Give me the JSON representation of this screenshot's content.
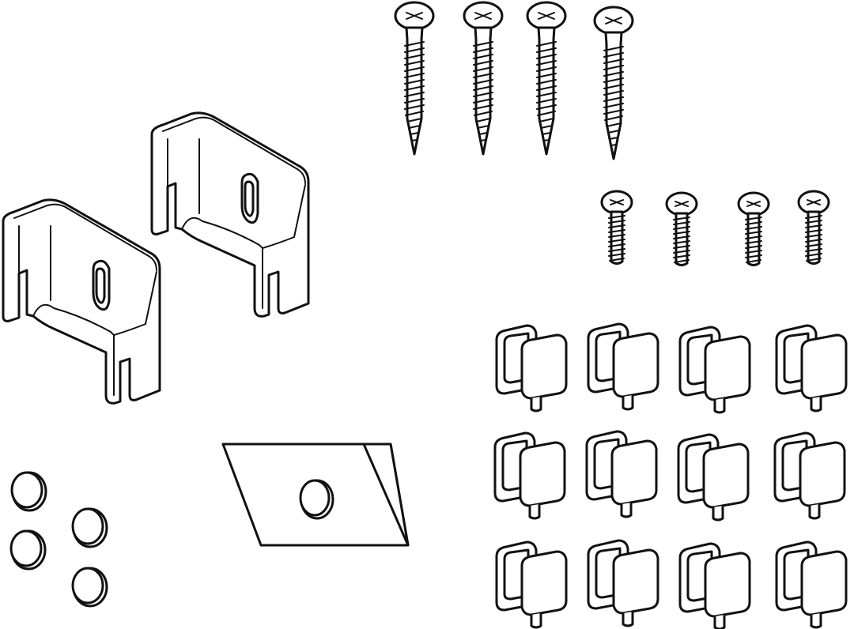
{
  "figure": {
    "background": "#ffffff",
    "line_color": "#111111",
    "parts": [
      {
        "name": "u-bracket",
        "count": 2,
        "icon": "u-bracket-icon"
      },
      {
        "name": "long-wood-screw",
        "count": 4,
        "icon": "wood-screw-icon"
      },
      {
        "name": "short-machine-screw",
        "count": 4,
        "icon": "machine-screw-icon"
      },
      {
        "name": "shelf-clip",
        "count": 12,
        "icon": "shelf-clip-icon"
      },
      {
        "name": "round-bumper-pad",
        "count": 5,
        "icon": "bumper-pad-icon"
      },
      {
        "name": "pad-sheet",
        "count": 1,
        "icon": "pad-sheet-icon"
      }
    ]
  }
}
